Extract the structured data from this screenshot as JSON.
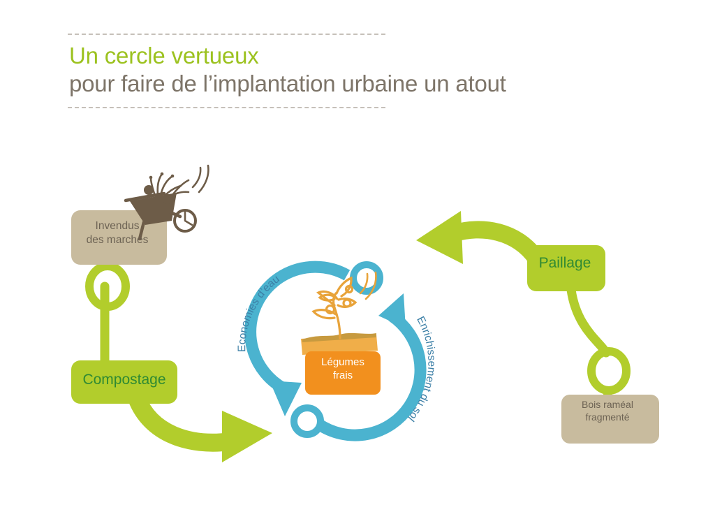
{
  "page": {
    "background": "#ffffff",
    "language": "fr"
  },
  "header": {
    "title_line1": "Un cercle vertueux",
    "title_line2": "pour faire de l’implantation urbaine un atout",
    "title_color_line1": "#9cc21f",
    "title_color_line2": "#7d7468",
    "rule_color": "#bdb6ad"
  },
  "colors": {
    "green": "#b2cd2c",
    "green_text": "#2f8a33",
    "tan": "#c8bb9e",
    "tan_text": "#6d6354",
    "blue": "#4bb3cf",
    "blue_text": "#3c7fa6",
    "orange": "#f2901e",
    "orange_light": "#f0ae49",
    "brown": "#6d5c48",
    "white": "#ffffff"
  },
  "diagram": {
    "type": "cycle-diagram",
    "nodes": [
      {
        "id": "invendus",
        "label": "Invendus\ndes marchés",
        "shape": "rounded-box",
        "fill": "#c8bb9e",
        "text_color": "#6d6354",
        "illustration": "wheelbarrow-icon"
      },
      {
        "id": "compostage",
        "label": "Compostage",
        "shape": "rounded-box",
        "fill": "#b2cd2c",
        "text_color": "#2f8a33"
      },
      {
        "id": "paillage",
        "label": "Paillage",
        "shape": "rounded-box",
        "fill": "#b2cd2c",
        "text_color": "#2f8a33"
      },
      {
        "id": "bois",
        "label": "Bois raméal\nfragmenté",
        "shape": "rounded-box",
        "fill": "#c8bb9e",
        "text_color": "#6d6354"
      },
      {
        "id": "legumes",
        "label": "Légumes\nfrais",
        "shape": "rounded-box",
        "fill": "#f2901e",
        "text_color": "#ffffff",
        "illustration": "sprout-icon"
      }
    ],
    "cycle": {
      "ring_color": "#4bb3cf",
      "arc_labels": [
        {
          "id": "economies-eau",
          "text": "Economies d’eau",
          "side": "left",
          "color": "#3c7fa6"
        },
        {
          "id": "enrichissement-sol",
          "text": "Enrichissement du sol",
          "side": "right",
          "color": "#3c7fa6"
        }
      ]
    },
    "connectors": [
      {
        "id": "invendus-to-compostage",
        "style": "green-stem-with-ring",
        "color": "#b2cd2c"
      },
      {
        "id": "compostage-to-cycle",
        "style": "green-curved-arrow",
        "color": "#b2cd2c"
      },
      {
        "id": "cycle-to-paillage",
        "style": "green-curved-arrow",
        "color": "#b2cd2c"
      },
      {
        "id": "paillage-to-bois",
        "style": "green-stem-with-ring",
        "color": "#b2cd2c"
      }
    ]
  }
}
